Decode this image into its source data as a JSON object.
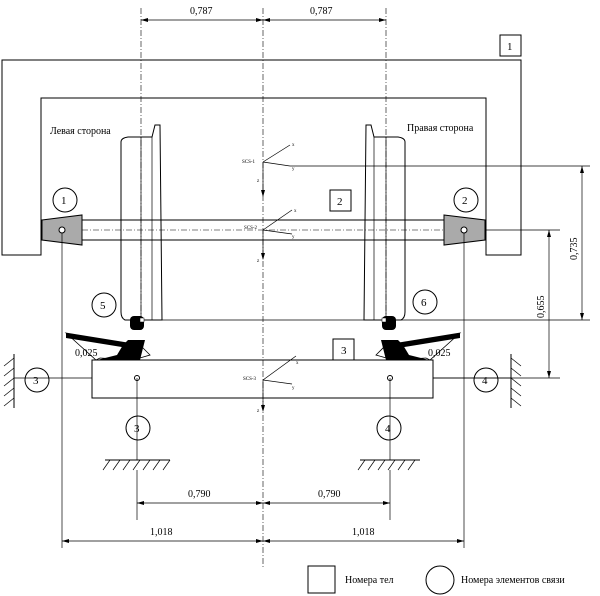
{
  "dimensions": {
    "top_left": "0,787",
    "top_right": "0,787",
    "height_outer": "0,735",
    "height_inner": "0,655",
    "rail_left": "0,025",
    "rail_right": "0,025",
    "mid_left": "0,790",
    "mid_right": "0,790",
    "bottom_left": "1,018",
    "bottom_right": "1,018"
  },
  "sides": {
    "left": "Левая сторона",
    "right": "Правая сторона"
  },
  "bodies": {
    "b1": "1",
    "b2": "2",
    "b3": "3"
  },
  "links": {
    "l1": "1",
    "l2": "2",
    "l3a": "3",
    "l3b": "3",
    "l4a": "4",
    "l4b": "4",
    "l5": "5",
    "l6": "6"
  },
  "axes": {
    "frame_origin": "SCS-1",
    "frame_x": "x",
    "frame_y": "y",
    "frame_z": "z",
    "axle_origin": "SCS-2",
    "axle_x": "x",
    "axle_y": "y",
    "axle_z": "z",
    "base_origin": "SCS-3",
    "base_x": "x",
    "base_y": "y",
    "base_z": "z"
  },
  "legend": {
    "bodies_label": "Номера тел",
    "links_label": "Номера элементов связи"
  }
}
